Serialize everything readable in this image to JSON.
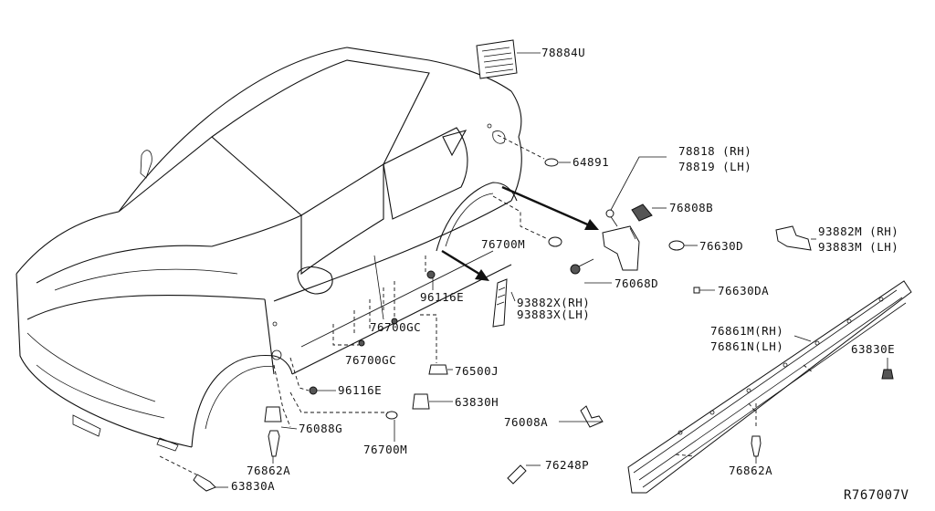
{
  "diagram": {
    "ref_code": "R767007V",
    "labels": {
      "p78884U": "78884U",
      "p64891": "64891",
      "p78818": "78818 (RH)",
      "p78819": "78819 (LH)",
      "p76808B": "76808B",
      "p76700M_a": "76700M",
      "p76630D": "76630D",
      "p93882M": "93882M (RH)",
      "p93883M": "93883M (LH)",
      "p76068D": "76068D",
      "p96116E_a": "96116E",
      "p76630DA": "76630DA",
      "p93882X": "93882X(RH)",
      "p93883X": "93883X(LH)",
      "p76700GC_a": "76700GC",
      "p76700GC_b": "76700GC",
      "p76861M": "76861M(RH)",
      "p76861N": "76861N(LH)",
      "p63830E": "63830E",
      "p76500J": "76500J",
      "p96116E_b": "96116E",
      "p63830H": "63830H",
      "p76008A": "76008A",
      "p76088G": "76088G",
      "p76700M_b": "76700M",
      "p76862A_a": "76862A",
      "p76248P": "76248P",
      "p76862A_b": "76862A",
      "p63830A": "63830A"
    }
  }
}
